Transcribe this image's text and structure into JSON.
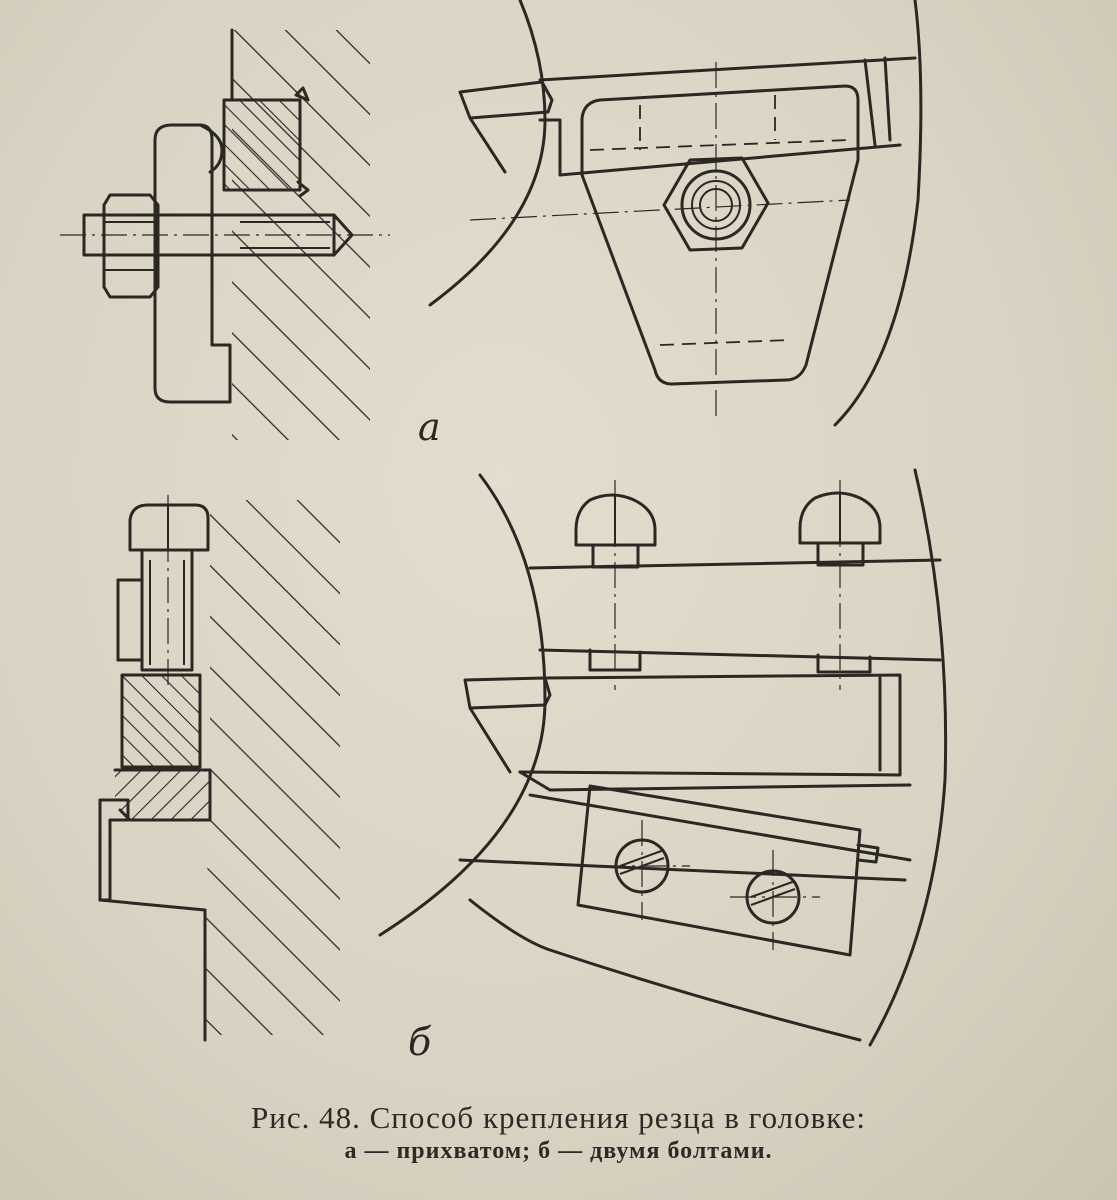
{
  "figure": {
    "sublabel_a": "а",
    "sublabel_b": "б",
    "caption_title": "Рис. 48. Способ крепления резца в головке:",
    "caption_legend": "а — прихватом; б — двумя болтами."
  }
}
